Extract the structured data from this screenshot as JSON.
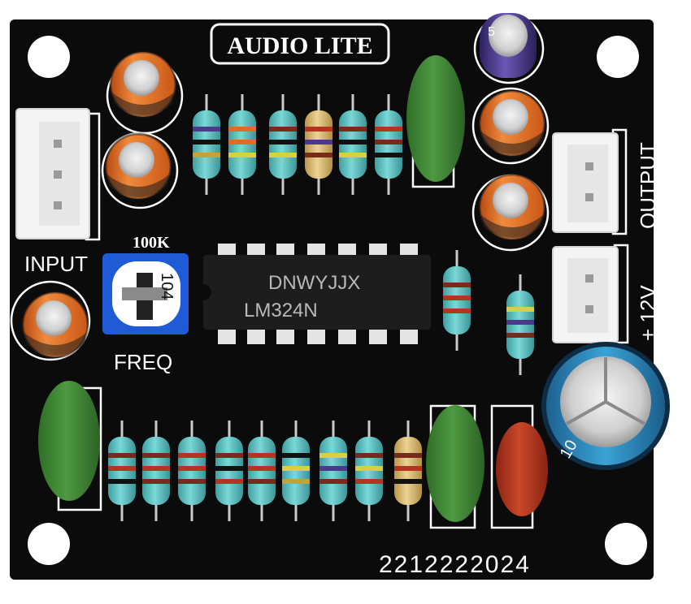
{
  "board": {
    "title": "AUDIO LITE",
    "input_label": "INPUT",
    "output_label": "OUTPUT",
    "power_label": "+ 12V",
    "pot_value": "100K",
    "freq_label": "FREQ",
    "date_code": "2212222024"
  },
  "ic": {
    "brand": "DNWYJJX",
    "part": "LM324N"
  },
  "trimmer": {
    "marking": "104"
  },
  "capacitors": {
    "large_marking": "10",
    "small_marking": "5"
  },
  "colors": {
    "pcb": "#0b0b0b",
    "silkscreen": "#ffffff",
    "electrolytic_orange": "#e8702a",
    "film_green": "#3f8a35",
    "film_red": "#b5341f",
    "resistor_body": "#5ec6c6",
    "resistor_body_beige": "#e2c27a",
    "trimmer_blue": "#1f5bd6",
    "cap_blue": "#2a8fc8",
    "cap_purple": "#4b3a8c"
  }
}
